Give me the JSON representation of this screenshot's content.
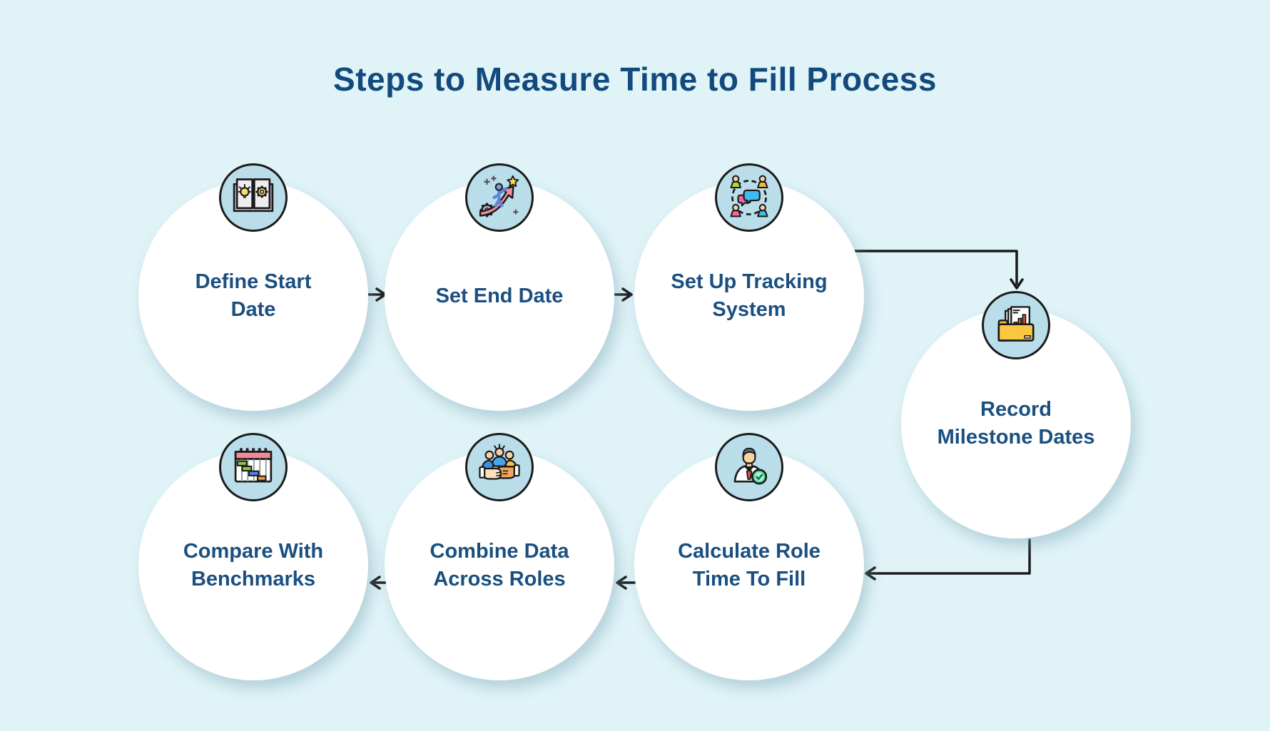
{
  "title": "Steps to Measure Time to Fill Process",
  "steps": [
    {
      "id": 1,
      "label": "Define Start Date",
      "lines": [
        "Define Start",
        "Date"
      ],
      "icon": "book-idea-icon"
    },
    {
      "id": 2,
      "label": "Set End Date",
      "lines": [
        "Set End Date"
      ],
      "icon": "growth-arrow-icon"
    },
    {
      "id": 3,
      "label": "Set Up Tracking System",
      "lines": [
        "Set Up Tracking",
        "System"
      ],
      "icon": "team-network-icon"
    },
    {
      "id": 4,
      "label": "Record Milestone Dates",
      "lines": [
        "Record",
        "Milestone Dates"
      ],
      "icon": "folder-chart-icon"
    },
    {
      "id": 5,
      "label": "Calculate Role Time To Fill",
      "lines": [
        "Calculate Role",
        "Time To Fill"
      ],
      "icon": "person-check-icon"
    },
    {
      "id": 6,
      "label": "Combine Data Across Roles",
      "lines": [
        "Combine Data",
        "Across Roles"
      ],
      "icon": "handshake-icon"
    },
    {
      "id": 7,
      "label": "Compare With Benchmarks",
      "lines": [
        "Compare With",
        "Benchmarks"
      ],
      "icon": "gantt-calendar-icon"
    }
  ],
  "connections": [
    {
      "from": 1,
      "to": 2
    },
    {
      "from": 2,
      "to": 3
    },
    {
      "from": 3,
      "to": 4
    },
    {
      "from": 4,
      "to": 5
    },
    {
      "from": 5,
      "to": 6
    },
    {
      "from": 6,
      "to": 7
    }
  ],
  "colors": {
    "background": "#e0f4f8",
    "title_text": "#134a7d",
    "step_text": "#1a4f80",
    "circle_fill": "#ffffff",
    "circle_shadow": "rgba(124,163,179,0.45)",
    "icon_badge_fill": "#b9dde9",
    "outline": "#1b1b1b",
    "arrow": "#1a1a1a"
  }
}
